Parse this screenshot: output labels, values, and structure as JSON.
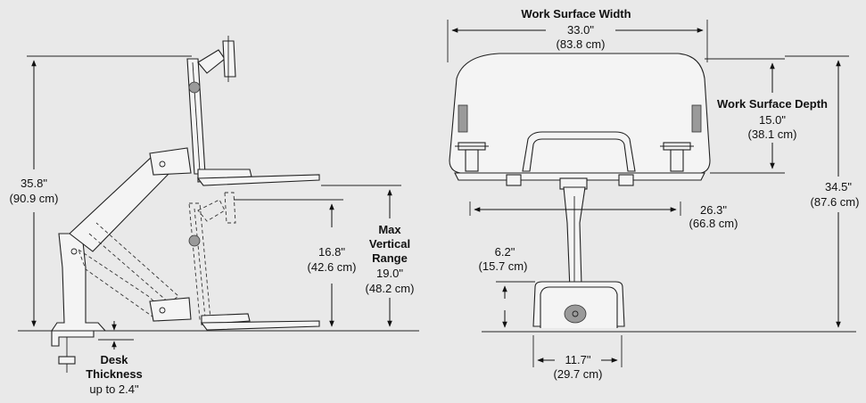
{
  "colors": {
    "background": "#e9e9e9",
    "line": "#111111",
    "part_fill": "#f4f4f4"
  },
  "left_view": {
    "total_height": {
      "inches": "35.8\"",
      "cm": "(90.9 cm)"
    },
    "keyboard_travel": {
      "inches": "16.8\"",
      "cm": "(42.6 cm)"
    },
    "max_vertical_range": {
      "line1": "Max",
      "line2": "Vertical",
      "line3": "Range",
      "inches": "19.0\"",
      "cm": "(48.2 cm)"
    },
    "desk_thickness": {
      "line1": "Desk",
      "line2": "Thickness",
      "value": "up to 2.4\""
    }
  },
  "right_view": {
    "work_surface_width": {
      "title": "Work Surface Width",
      "inches": "33.0\"",
      "cm": "(83.8 cm)"
    },
    "work_surface_depth": {
      "title": "Work Surface Depth",
      "inches": "15.0\"",
      "cm": "(38.1 cm)"
    },
    "overall_height": {
      "inches": "34.5\"",
      "cm": "(87.6 cm)"
    },
    "keyboard_width": {
      "inches": "26.3\"",
      "cm": "(66.8 cm)"
    },
    "base_height": {
      "inches": "6.2\"",
      "cm": "(15.7 cm)"
    },
    "base_width": {
      "inches": "11.7\"",
      "cm": "(29.7 cm)"
    }
  }
}
